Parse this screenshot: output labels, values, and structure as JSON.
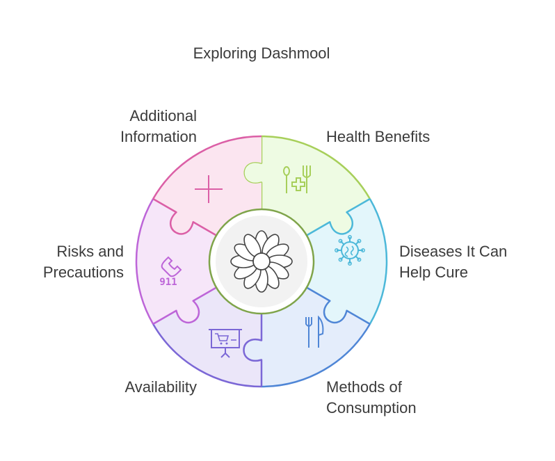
{
  "title": "Exploring Dashmool",
  "segments": [
    {
      "id": "health-benefits",
      "label_lines": [
        "Health Benefits"
      ],
      "icon": "spoon-fork-medical-cross-icon",
      "fill": "#eefbe3",
      "stroke": "#a7cf5a"
    },
    {
      "id": "diseases",
      "label_lines": [
        "Diseases It Can",
        "Help Cure"
      ],
      "icon": "virus-icon",
      "fill": "#e3f6fb",
      "stroke": "#4cb8d9"
    },
    {
      "id": "methods",
      "label_lines": [
        "Methods of",
        "Consumption"
      ],
      "icon": "fork-knife-icon",
      "fill": "#e4edfb",
      "stroke": "#4f86d6"
    },
    {
      "id": "availability",
      "label_lines": [
        "Availability"
      ],
      "icon": "shopping-cart-board-icon",
      "fill": "#ebe6f9",
      "stroke": "#7b67d6"
    },
    {
      "id": "risks",
      "label_lines": [
        "Risks and",
        "Precautions"
      ],
      "icon": "phone-911-icon",
      "icon_text": "911",
      "fill": "#f6e6f9",
      "stroke": "#bd65d8"
    },
    {
      "id": "additional",
      "label_lines": [
        "Additional",
        "Information"
      ],
      "icon": "plus-icon",
      "fill": "#fbe5f0",
      "stroke": "#db5fa6"
    }
  ],
  "center": {
    "icon": "flower-icon",
    "fill": "#f2f2f2",
    "stroke": "#7fa44a"
  }
}
